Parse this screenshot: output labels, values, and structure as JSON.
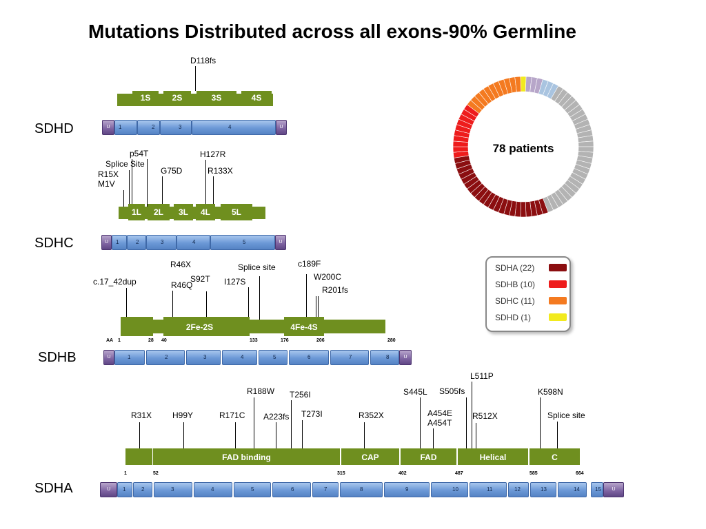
{
  "title": "Mutations Distributed across all exons-90% Germline",
  "donut": {
    "center_label": "78 patients",
    "segments": [
      {
        "group": "SDHA",
        "count": 22,
        "color": "#8b0e10"
      },
      {
        "group": "SDHB",
        "count": 10,
        "color": "#ee1c1c"
      },
      {
        "group": "SDHC",
        "count": 11,
        "color": "#f47a20"
      },
      {
        "group": "SDHD",
        "count": 1,
        "color": "#f2ea1e"
      },
      {
        "group": "other-purple",
        "count": 3,
        "color": "#b7a6c9"
      },
      {
        "group": "other-blue",
        "count": 3,
        "color": "#a9c4e0"
      },
      {
        "group": "other-gray",
        "count": 28,
        "color": "#b3b3b3"
      }
    ]
  },
  "legend": [
    {
      "label": "SDHA (22)",
      "color": "#8b0e10"
    },
    {
      "label": "SDHB (10)",
      "color": "#ee1c1c"
    },
    {
      "label": "SDHC (11)",
      "color": "#f47a20"
    },
    {
      "label": "SDHD (1)",
      "color": "#f2ea1e"
    }
  ],
  "sdhd": {
    "name": "SDHD",
    "mutations": [
      "D118fs"
    ],
    "domains": [
      "1S",
      "2S",
      "3S",
      "4S"
    ],
    "exons": [
      "U",
      "1",
      "2",
      "3",
      "4",
      "U"
    ]
  },
  "sdhc": {
    "name": "SDHC",
    "mutations": [
      "p54T",
      "Splice Site",
      "R15X",
      "M1V",
      "G75D",
      "H127R",
      "R133X"
    ],
    "domains": [
      "1L",
      "2L",
      "3L",
      "4L",
      "5L"
    ],
    "exons": [
      "U",
      "1",
      "2",
      "3",
      "4",
      "5",
      "U"
    ]
  },
  "sdhb": {
    "name": "SDHB",
    "mutations": [
      "c.17_42dup",
      "R46X",
      "R46Q",
      "S92T",
      "Splice site",
      "I127S",
      "c189F",
      "W200C",
      "R201fs"
    ],
    "domains": [
      "2Fe-2S",
      "4Fe-4S"
    ],
    "aa_ticks": [
      "AA",
      "1",
      "28",
      "40",
      "133",
      "176",
      "206",
      "280"
    ],
    "exons": [
      "U",
      "1",
      "2",
      "3",
      "4",
      "5",
      "6",
      "7",
      "8",
      "U"
    ]
  },
  "sdha": {
    "name": "SDHA",
    "mutations": [
      "R31X",
      "H99Y",
      "R171C",
      "R188W",
      "A223fs",
      "T256I",
      "T273I",
      "R352X",
      "S445L",
      "A454E",
      "A454T",
      "S505fs",
      "L511P",
      "R512X",
      "K598N",
      "Splice site"
    ],
    "domains": [
      "FAD binding",
      "CAP",
      "FAD",
      "Helical",
      "C"
    ],
    "aa_ticks": [
      "1",
      "52",
      "315",
      "402",
      "487",
      "585",
      "664"
    ],
    "exons": [
      "U",
      "1",
      "2",
      "3",
      "4",
      "5",
      "6",
      "7",
      "8",
      "9",
      "10",
      "11",
      "12",
      "13",
      "14",
      "15",
      "U"
    ]
  }
}
